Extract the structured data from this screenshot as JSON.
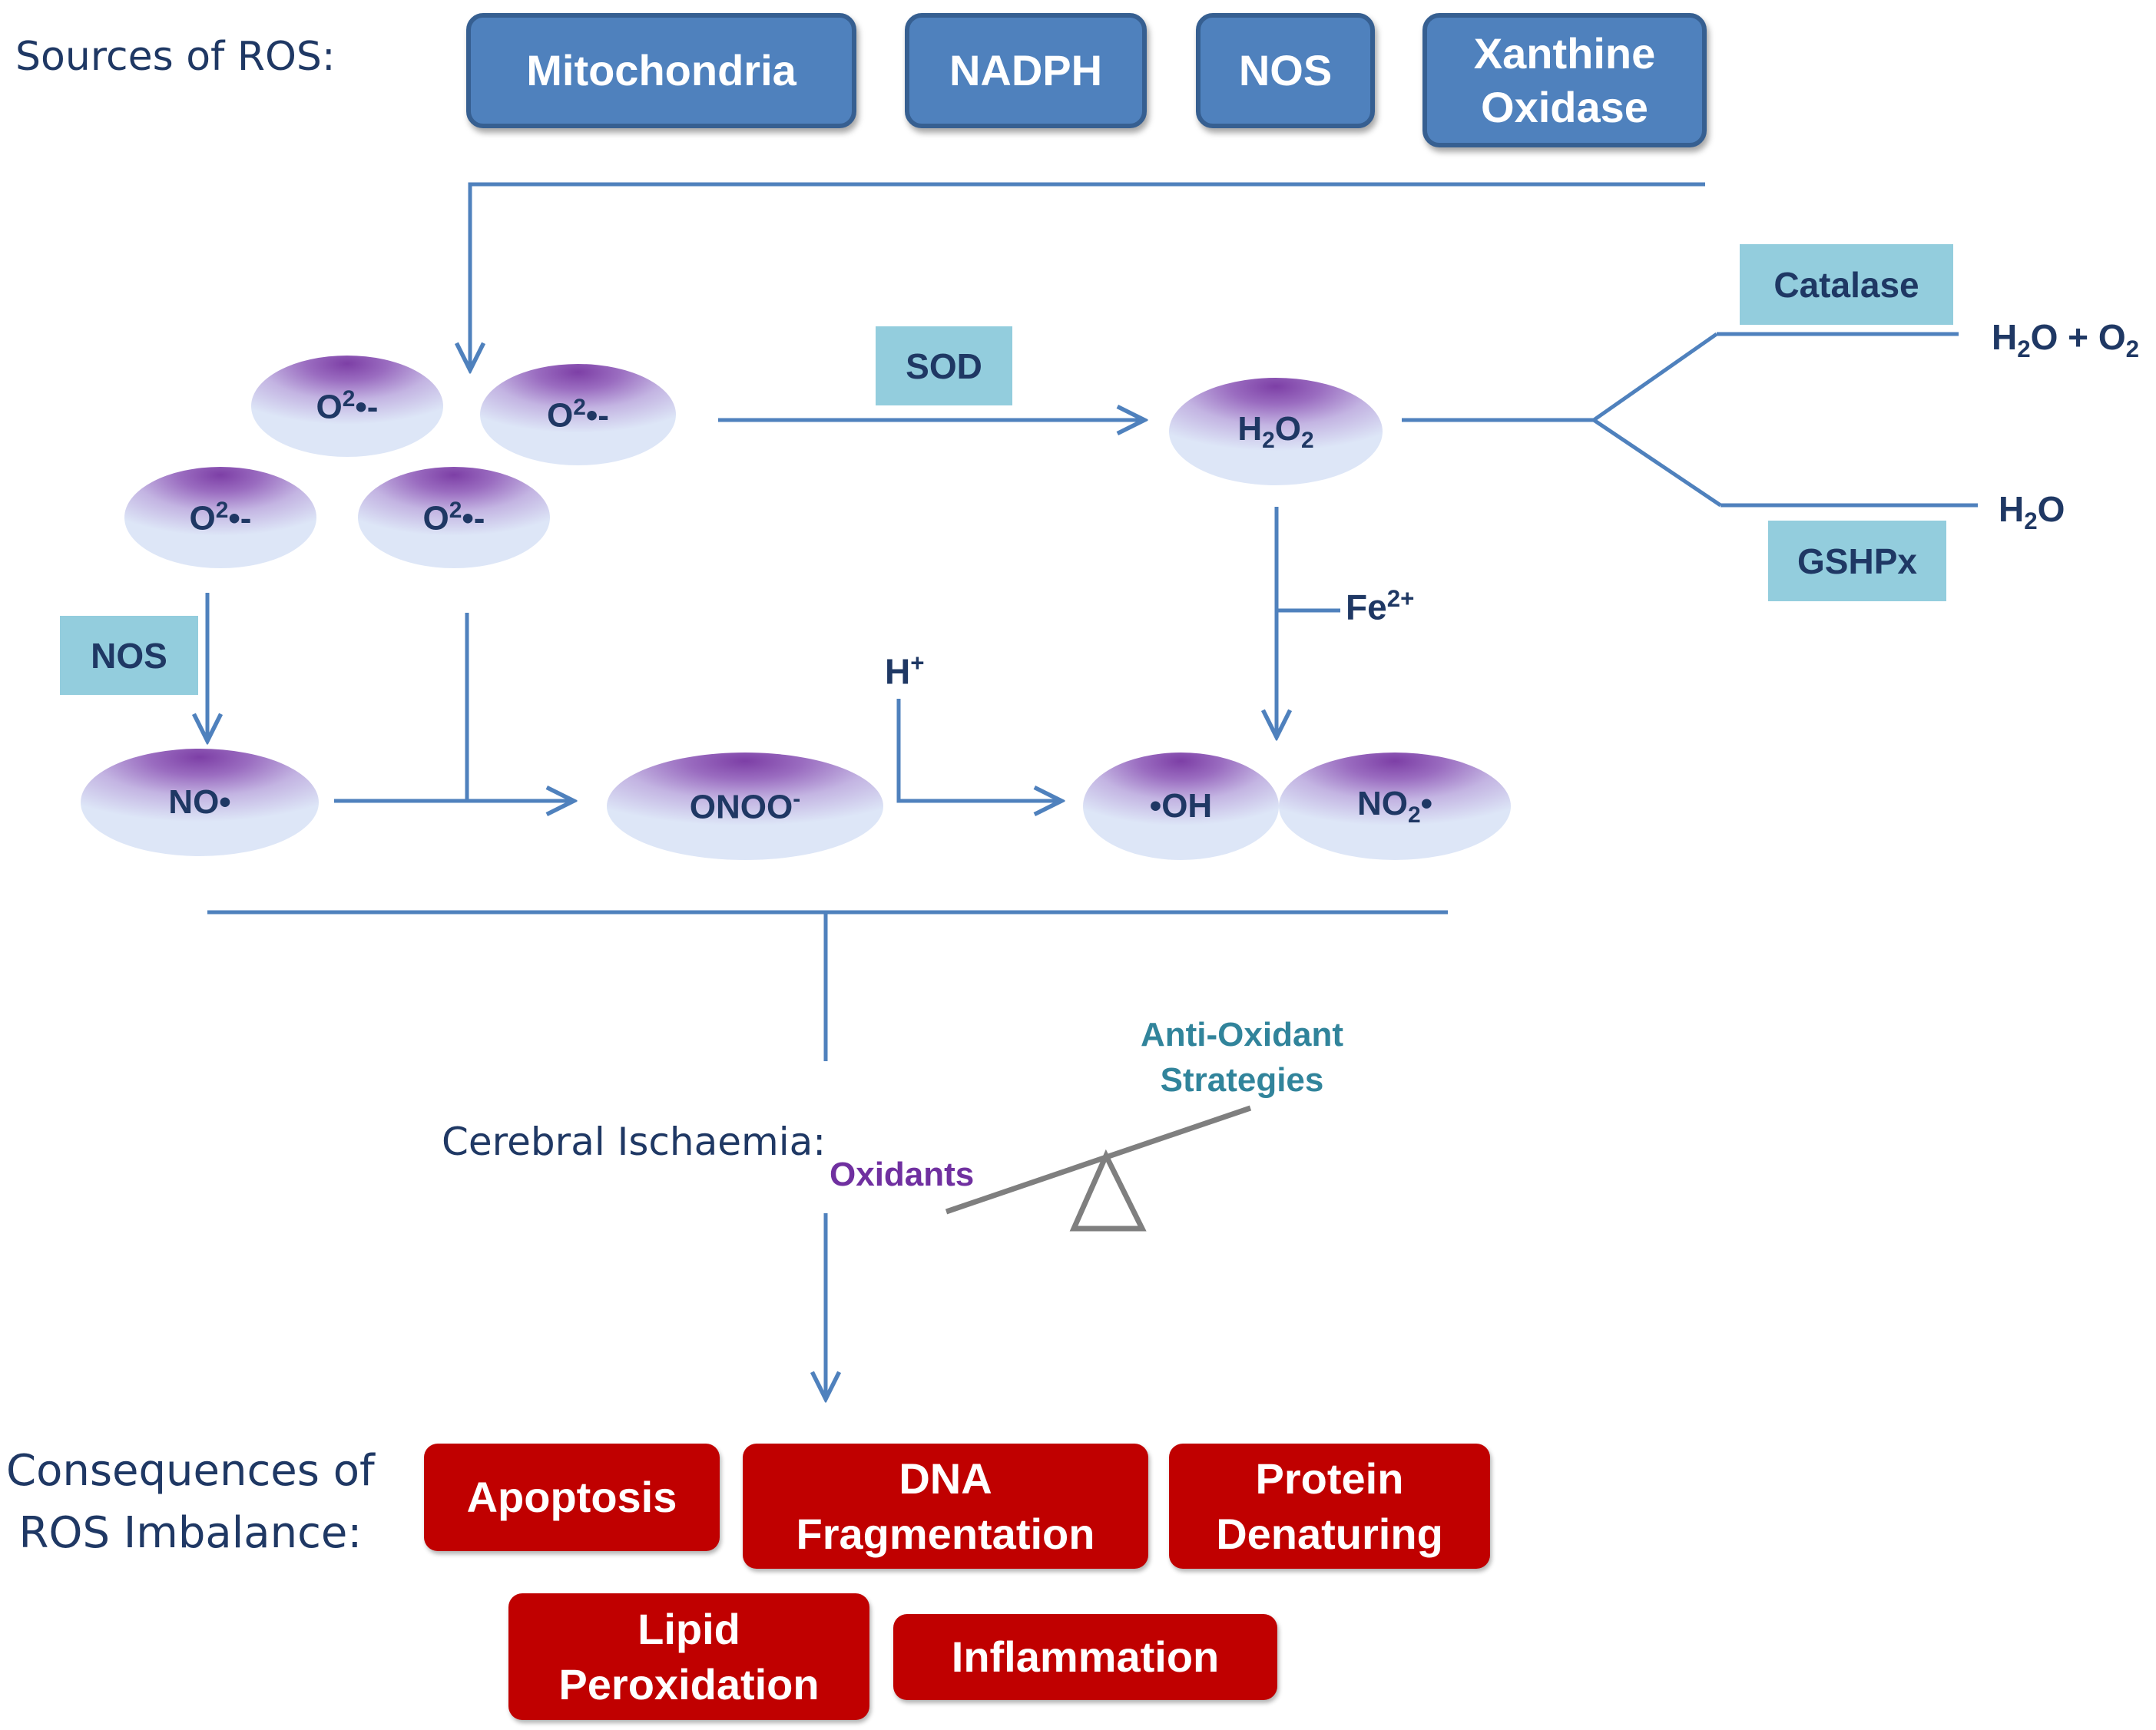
{
  "sources": {
    "heading": "Sources of ROS:",
    "items": [
      {
        "id": "mitochondria",
        "label": "Mitochondria"
      },
      {
        "id": "nadph",
        "label": "NADPH"
      },
      {
        "id": "nos",
        "label": "NOS"
      },
      {
        "id": "xanthine-oxidase",
        "label": "Xanthine\nOxidase"
      }
    ]
  },
  "species": {
    "superoxide": {
      "main": "O",
      "sup": "2",
      "suffix": "•-"
    },
    "h2o2": {
      "a": "H",
      "s1": "2",
      "b": "O",
      "s2": "2"
    },
    "no_radical": "NO•",
    "peroxynitrite": {
      "main": "ONOO",
      "sup": "-"
    },
    "hydroxyl": "•OH",
    "no2": {
      "main": "NO",
      "sub": "2",
      "suffix": "•"
    }
  },
  "enzymes": {
    "sod": "SOD",
    "nos": "NOS",
    "catalase": "Catalase",
    "gshpx": "GSHPx"
  },
  "reagents": {
    "fe": {
      "main": "Fe",
      "sup": "2+"
    },
    "h_plus": {
      "main": "H",
      "sup": "+"
    }
  },
  "products": {
    "water_oxygen": {
      "a": "H",
      "s1": "2",
      "b": "O + O",
      "s2": "2"
    },
    "water": {
      "a": "H",
      "s1": "2",
      "b": "O"
    }
  },
  "ischaemia": {
    "label": "Cerebral Ischaemia:",
    "oxidants": "Oxidants",
    "antioxidant": "Anti-Oxidant\nStrategies"
  },
  "consequences": {
    "heading": "Consequences of\nROS Imbalance:",
    "items": [
      {
        "id": "apoptosis",
        "label": "Apoptosis"
      },
      {
        "id": "dna-fragmentation",
        "label": "DNA\nFragmentation"
      },
      {
        "id": "protein-denaturing",
        "label": "Protein\nDenaturing"
      },
      {
        "id": "lipid-peroxidation",
        "label": "Lipid\nPeroxidation"
      },
      {
        "id": "inflammation",
        "label": "Inflammation"
      }
    ]
  },
  "colors": {
    "arrow": "#4f81bd",
    "heading_text": "#1f3864",
    "oxidants": "#7030a0",
    "antioxidant": "#31849b",
    "consequence_box": "#c00000",
    "source_box": "#4f81bd",
    "enzyme_box": "#93cddd"
  }
}
